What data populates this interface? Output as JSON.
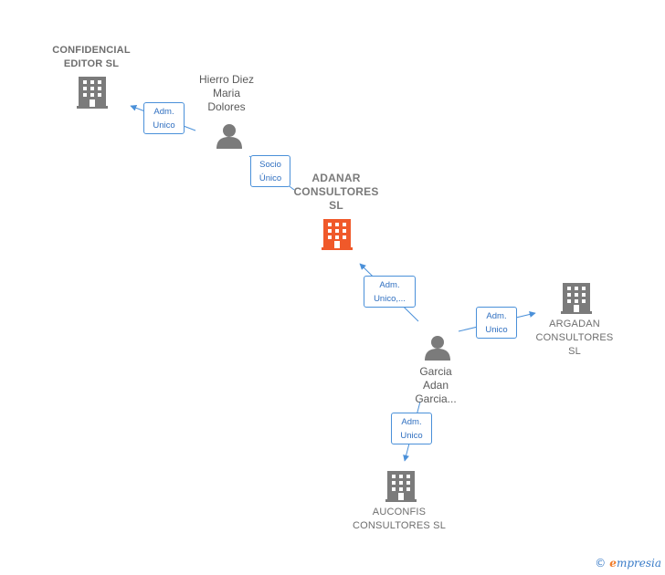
{
  "nodes": {
    "confidencial": {
      "line1": "CONFIDENCIAL",
      "line2": "EDITOR SL"
    },
    "hierro": {
      "line1": "Hierro Diez",
      "line2": "Maria",
      "line3": "Dolores"
    },
    "adanar": {
      "line1": "ADANAR",
      "line2": "CONSULTORES",
      "line3": "SL"
    },
    "argadan": {
      "line1": "ARGADAN",
      "line2": "CONSULTORES",
      "line3": "SL"
    },
    "garcia": {
      "line1": "Garcia",
      "line2": "Adan",
      "line3": "Garcia..."
    },
    "auconfis": {
      "line1": "AUCONFIS",
      "line2": "CONSULTORES SL"
    }
  },
  "edges": {
    "hierro_confidencial": {
      "line1": "Adm.",
      "line2": "Unico"
    },
    "hierro_adanar": {
      "line1": "Socio",
      "line2": "Único"
    },
    "garcia_adanar": {
      "line1": "Adm.",
      "line2": "Unico,..."
    },
    "garcia_argadan": {
      "line1": "Adm.",
      "line2": "Unico"
    },
    "garcia_auconfis": {
      "line1": "Adm.",
      "line2": "Unico"
    }
  },
  "colors": {
    "building_gray": "#7b7b7b",
    "building_focus": "#f0592a",
    "person_gray": "#7b7b7b",
    "edge_blue": "#4a90d9"
  },
  "footer": {
    "copyright": "©",
    "brand_first": "e",
    "brand_rest": "mpresia"
  }
}
